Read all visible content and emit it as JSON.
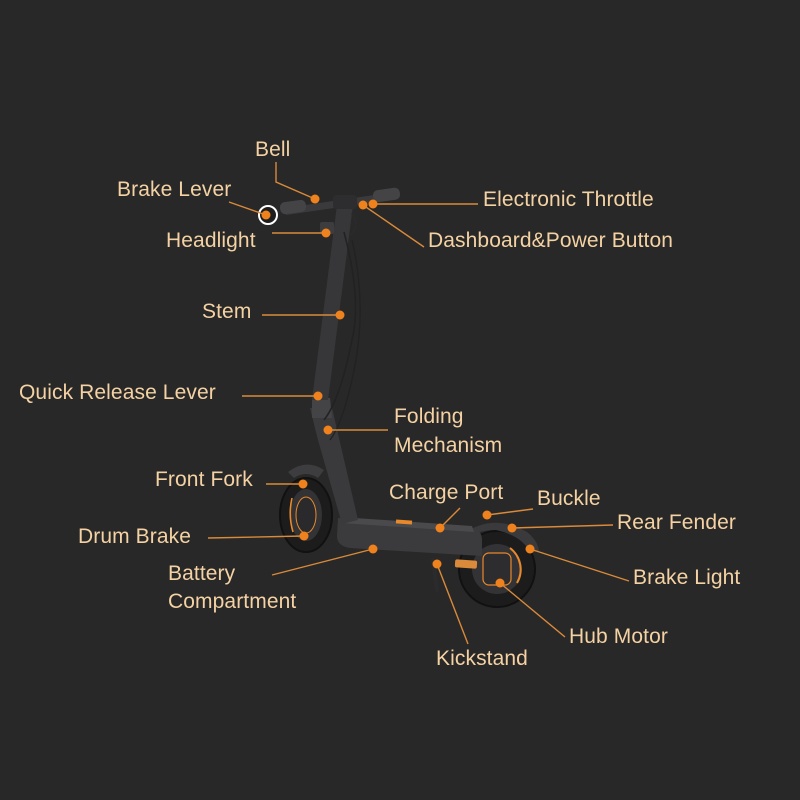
{
  "colors": {
    "background": "#282828",
    "label_text": "#f4d2a3",
    "leader_line": "#d98a3a",
    "marker": "#f0821e",
    "scooter_body": "#3b3b3d",
    "tire": "#1c1c1d",
    "accent_orange": "#e8892c"
  },
  "labels": {
    "bell": "Bell",
    "brake_lever": "Brake Lever",
    "headlight": "Headlight",
    "electronic_throttle": "Electronic Throttle",
    "dashboard_power_button": "Dashboard&Power Button",
    "stem": "Stem",
    "quick_release_lever": "Quick Release Lever",
    "folding_mechanism_line1": "Folding",
    "folding_mechanism_line2": "Mechanism",
    "front_fork": "Front Fork",
    "charge_port": "Charge Port",
    "buckle": "Buckle",
    "rear_fender": "Rear Fender",
    "drum_brake": "Drum Brake",
    "battery_compartment_line1": "Battery",
    "battery_compartment_line2": "Compartment",
    "brake_light": "Brake Light",
    "hub_motor": "Hub Motor",
    "kickstand": "Kickstand"
  }
}
